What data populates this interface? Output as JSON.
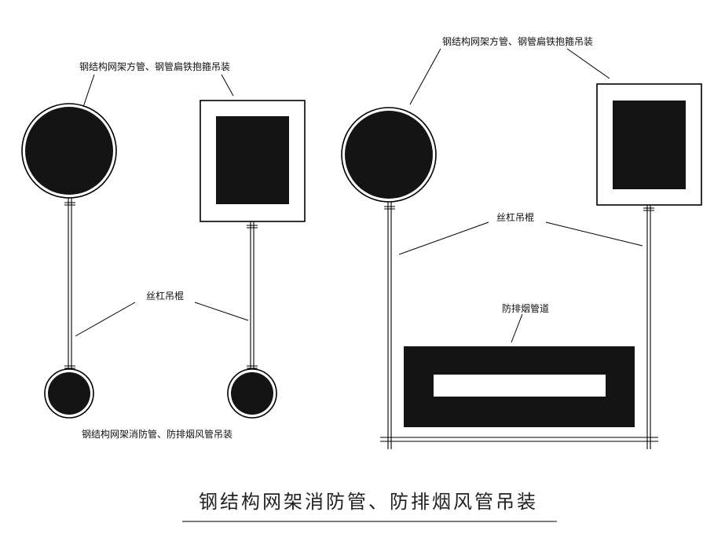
{
  "left_panel": {
    "top_label": "钢结构网架方管、钢管扁铁抱箍吊装",
    "rod_label": "丝杠吊棍",
    "bottom_label": "钢结构网架消防管、防排烟风管吊装"
  },
  "right_panel": {
    "top_label": "钢结构网架方管、钢管扁铁抱箍吊装",
    "rod_label": "丝杠吊棍",
    "duct_label": "防排烟管道"
  },
  "footer": {
    "title": "钢结构网架消防管、防排烟风管吊装"
  },
  "colors": {
    "fill": "#141414",
    "line": "#000000",
    "background": "#ffffff"
  }
}
